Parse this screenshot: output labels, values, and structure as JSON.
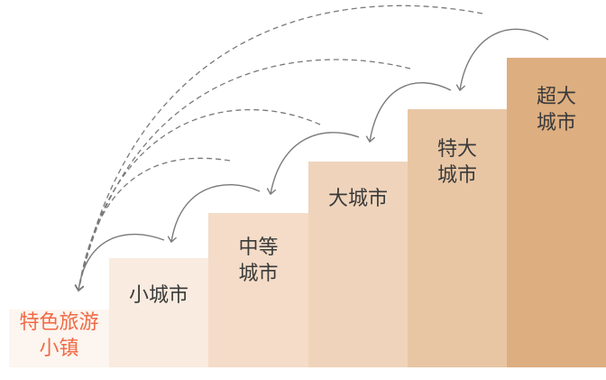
{
  "steps": [
    {
      "label": "特色旅游\n小镇"
    },
    {
      "label": "小城市"
    },
    {
      "label": "中等\n城市"
    },
    {
      "label": "大城市"
    },
    {
      "label": "特大\n城市"
    },
    {
      "label": "超大\n城市"
    }
  ],
  "colors": {
    "highlight_text": "#f06a44",
    "text": "#3a3a3a",
    "arrow": "#7a7a7a"
  }
}
